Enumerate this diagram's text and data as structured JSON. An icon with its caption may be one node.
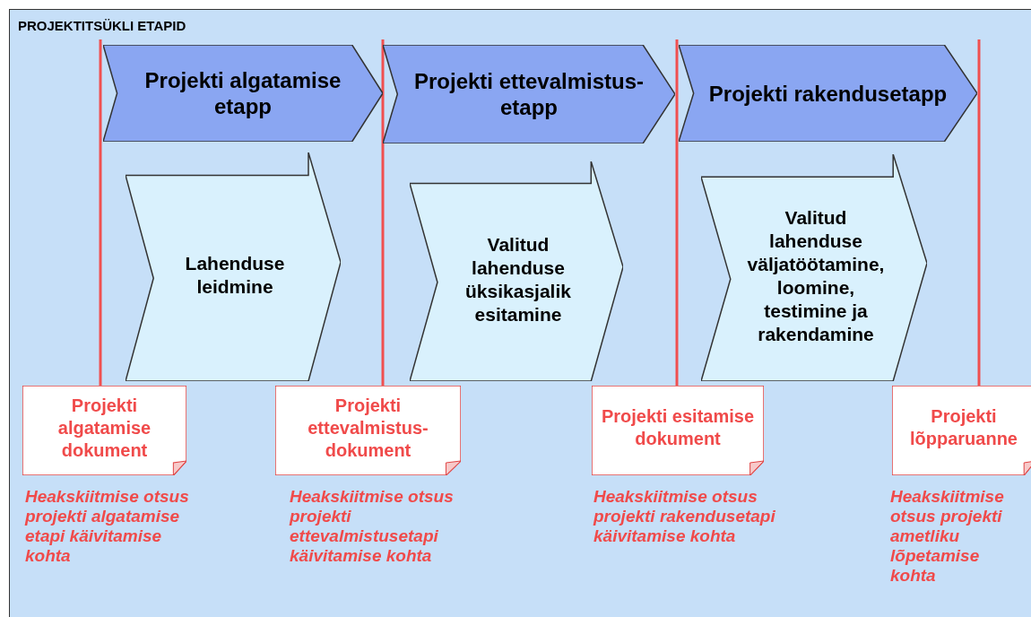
{
  "diagram": {
    "title": "PROJEKTITSÜKLI ETAPID",
    "nodes": [
      {
        "text": [
          "Projekti algatamise etapp"
        ]
      },
      {
        "text": [
          "Projekti ettevalmistus-etapp"
        ]
      },
      {
        "text": [
          "Projekti rakendusetapp"
        ]
      },
      {
        "text": [
          "Lahenduse leidmine"
        ]
      },
      {
        "text": [
          "Valitud lahenduse üksikasjalik esitamine"
        ]
      },
      {
        "text": [
          "Valitud lahenduse väljatöötamine, loomine, testimine ja rakendamine"
        ]
      },
      {
        "text": [
          "Projekti algatamise dokument"
        ],
        "beside": [
          "Heakskiitmise otsus projekti algatamise etapi käivitamise kohta"
        ]
      },
      {
        "text": [
          "Projekti ettevalmistus-dokument"
        ],
        "beside": [
          "Heakskiitmise otsus projekti ettevalmistusetapi käivitamise kohta"
        ]
      },
      {
        "text": [
          "Projekti esitamise dokument"
        ],
        "beside": [
          "Heakskiitmise otsus projekti rakendusetapi käivitamise kohta"
        ]
      },
      {
        "text": [
          "Projekti lõpparuanne"
        ],
        "beside": [
          "Heakskiitmise otsus projekti ametliku lõpetamise kohta"
        ]
      }
    ],
    "edges": [
      {
        "from": 0,
        "to": 6,
        "arrow": "none"
      },
      {
        "from": 1,
        "to": 7,
        "arrow": "none"
      },
      {
        "from": 2,
        "to": 8,
        "arrow": "none"
      },
      {
        "from": null,
        "to": 9,
        "arrow": "none"
      }
    ]
  }
}
